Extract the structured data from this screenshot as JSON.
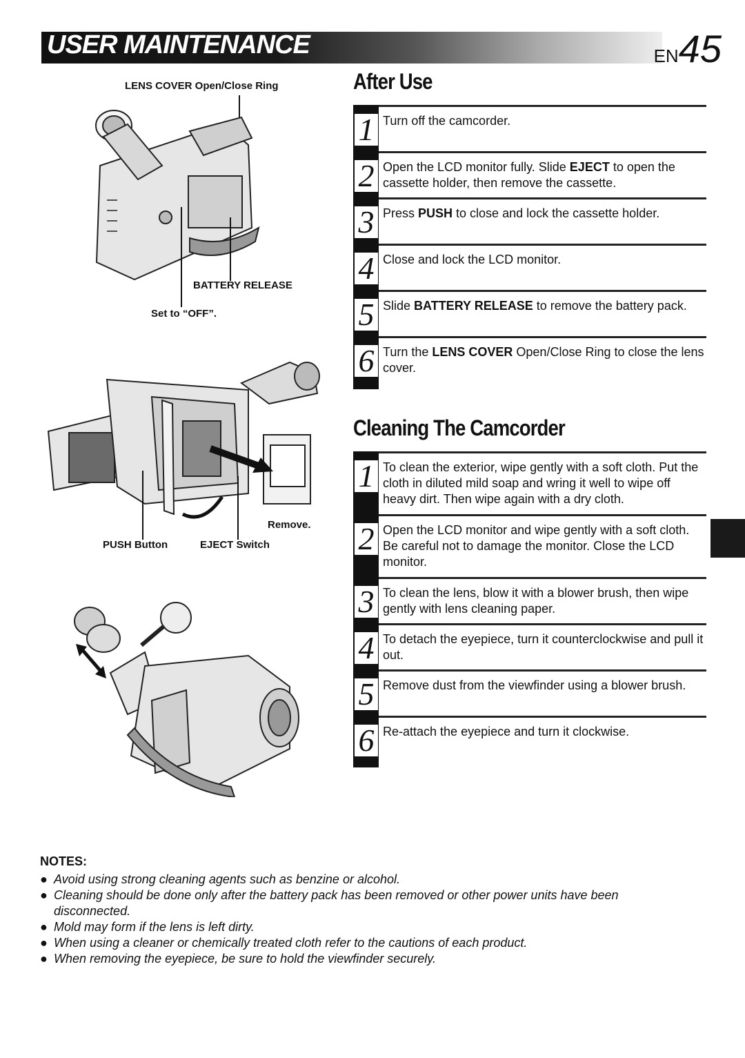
{
  "header": {
    "title": "USER MAINTENANCE",
    "lang": "EN",
    "page": "45"
  },
  "callouts": {
    "lens_cover": "LENS COVER Open/Close Ring",
    "battery_release": "BATTERY RELEASE",
    "set_off": "Set to “OFF”.",
    "remove": "Remove.",
    "push_button": "PUSH Button",
    "eject_switch": "EJECT Switch"
  },
  "after_use": {
    "title": "After Use",
    "steps": [
      {
        "n": "1",
        "text": "Turn off the camcorder."
      },
      {
        "n": "2",
        "a": "Open the LCD monitor fully. Slide ",
        "b": "EJECT",
        "c": " to open the cassette holder, then remove the cassette."
      },
      {
        "n": "3",
        "a": "Press ",
        "b": "PUSH",
        "c": " to close and lock the cassette holder."
      },
      {
        "n": "4",
        "text": "Close and lock the LCD monitor."
      },
      {
        "n": "5",
        "a": "Slide ",
        "b": "BATTERY RELEASE",
        "c": " to remove the battery pack."
      },
      {
        "n": "6",
        "a": "Turn the ",
        "b": "LENS COVER",
        "c": " Open/Close Ring to close the lens cover."
      }
    ]
  },
  "cleaning": {
    "title": "Cleaning The Camcorder",
    "steps": [
      {
        "n": "1",
        "text": "To clean the exterior, wipe gently with a soft cloth. Put the cloth in diluted mild soap and wring it well to wipe off heavy dirt. Then wipe again with a dry cloth."
      },
      {
        "n": "2",
        "text": "Open the LCD monitor and wipe gently with a soft cloth.  Be careful not to damage the monitor.  Close the LCD monitor."
      },
      {
        "n": "3",
        "text": "To clean the lens, blow it with a blower brush, then wipe gently with lens cleaning paper."
      },
      {
        "n": "4",
        "text": "To detach the eyepiece, turn it counterclockwise and pull it out."
      },
      {
        "n": "5",
        "text": "Remove dust from the viewfinder using a blower brush."
      },
      {
        "n": "6",
        "text": "Re-attach the eyepiece and turn it clockwise."
      }
    ]
  },
  "notes": {
    "title": "NOTES:",
    "bullet": "●",
    "items": [
      "Avoid using strong cleaning agents such as benzine or alcohol.",
      "Cleaning should be done only after the battery pack has been removed or other power units have been disconnected.",
      "Mold may form if the lens is left dirty.",
      "When using a cleaner or chemically treated cloth refer to the cautions of each product.",
      "When removing the eyepiece, be sure to hold the viewfinder securely."
    ]
  }
}
